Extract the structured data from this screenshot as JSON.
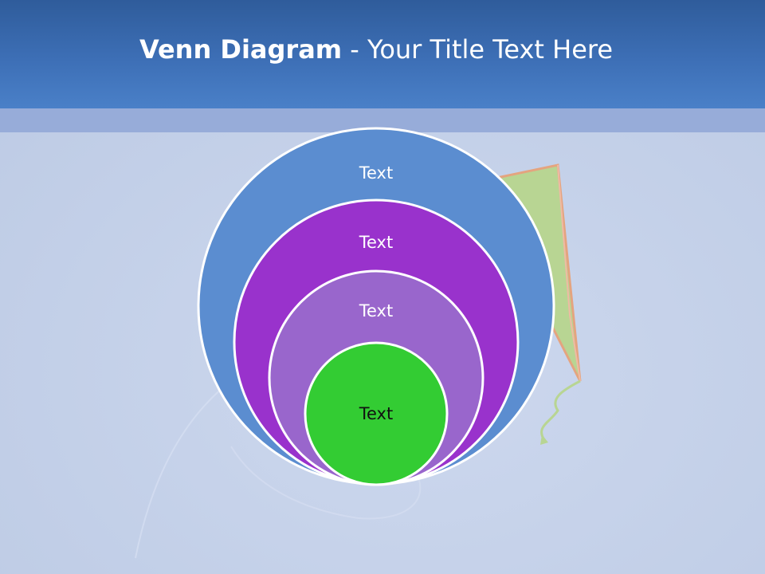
{
  "slide": {
    "title_bold": "Venn Diagram",
    "title_rest": " - Your Title Text Here"
  },
  "venn": {
    "circles": [
      {
        "label": "Text",
        "fill": "#5b8dd0"
      },
      {
        "label": "Text",
        "fill": "#9932cc"
      },
      {
        "label": "Text",
        "fill": "#9966cc"
      },
      {
        "label": "Text",
        "fill": "#33cc33"
      }
    ],
    "outline_color": "#ffffff"
  },
  "colors": {
    "header": "#3d6fb6",
    "band": "#97acd9",
    "background": "#c3cfe6"
  }
}
